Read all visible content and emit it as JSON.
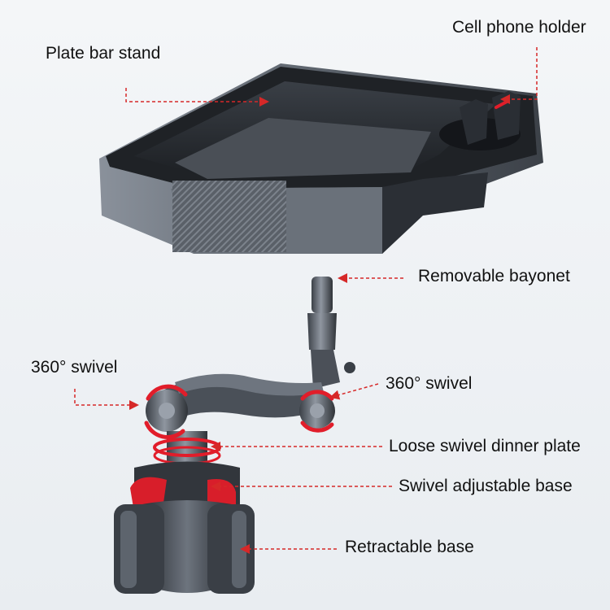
{
  "labels": {
    "plate_bar_stand": "Plate bar stand",
    "cell_phone_holder": "Cell phone holder",
    "removable_bayonet": "Removable bayonet",
    "swivel_left": "360° swivel",
    "swivel_right": "360° swivel",
    "loose_swivel_dinner_plate": "Loose swivel dinner plate",
    "swivel_adjustable_base": "Swivel adjustable base",
    "retractable_base": "Retractable base"
  },
  "colors": {
    "callout_line": "#d62828",
    "arrow_red": "#e11d2a",
    "tray_dark": "#2b2f35",
    "metal_gray": "#6b727c",
    "background": "#eef1f4"
  }
}
